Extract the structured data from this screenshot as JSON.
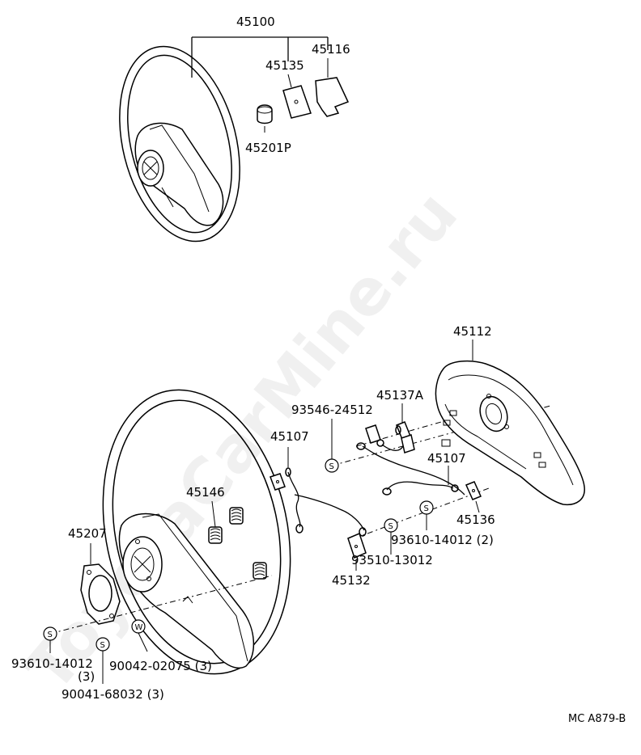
{
  "watermark": "ToyotaCarMine.ru",
  "diagram_code": "MC A879-B",
  "symbols": {
    "s": "S",
    "w": "W"
  },
  "labels": {
    "p45100": "45100",
    "p45135": "45135",
    "p45116": "45116",
    "p45201p": "45201P",
    "p45112": "45112",
    "p45137a": "45137A",
    "p93546": "93546-24512",
    "p45107a": "45107",
    "p45107b": "45107",
    "p45146": "45146",
    "p45207": "45207",
    "p45136": "45136",
    "p93610b": "93610-14012 (2)",
    "p93510": "93510-13012",
    "p45132": "45132",
    "p93610a": "93610-14012",
    "p93610a_qty": "(3)",
    "p90042": "90042-02075 (3)",
    "p90041": "90041-68032 (3)"
  }
}
